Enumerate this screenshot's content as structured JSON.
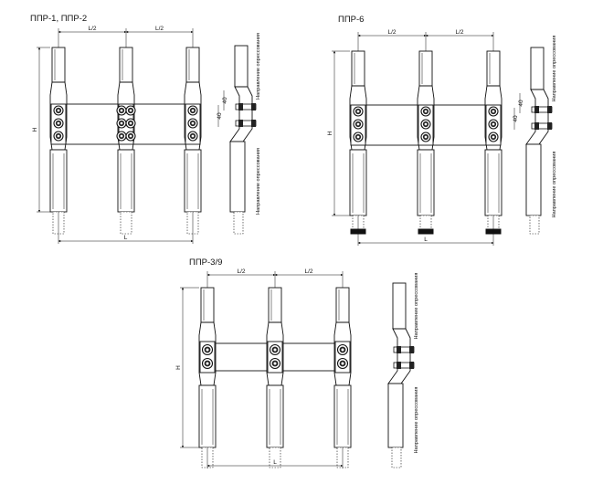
{
  "diagrams": [
    {
      "title": "ППР-1, ППР-2",
      "dim_half_left": "L/2",
      "dim_half_right": "L/2",
      "dim_total": "L",
      "dim_height": "H",
      "dim_bolt_1": "40",
      "dim_bolt_2": "40",
      "note_top": "Направление опрессования",
      "note_bottom": "Направление опрессования"
    },
    {
      "title": "ППР-6",
      "dim_half_left": "L/2",
      "dim_half_right": "L/2",
      "dim_total": "L",
      "dim_height": "H",
      "dim_bolt_1": "40",
      "dim_bolt_2": "40",
      "note_top": "Направление опрессования",
      "note_bottom": "Направление опрессования"
    },
    {
      "title": "ППР-3/9",
      "dim_half_left": "L/2",
      "dim_half_right": "L/2",
      "dim_total": "L",
      "dim_height": "H",
      "note_top": "Направление опрессования",
      "note_bottom": "Направление опрессования"
    }
  ]
}
